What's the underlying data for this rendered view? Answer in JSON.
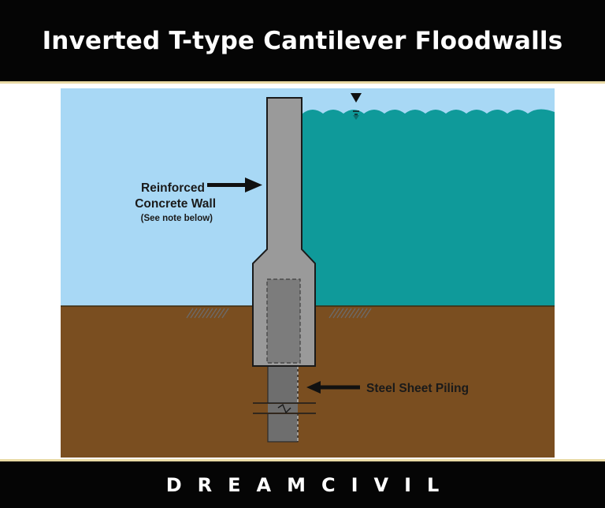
{
  "header": {
    "title": "Inverted T-type Cantilever Floodwalls"
  },
  "diagram": {
    "labels": {
      "wall_line1": "Reinforced",
      "wall_line2": "Concrete Wall",
      "wall_note": "(See note below)",
      "piling": "Steel Sheet Piling"
    },
    "colors": {
      "sky": "#a8d8f5",
      "water": "#0f9a9a",
      "soil": "#7a4e20",
      "concrete": "#9a9a9a",
      "piling": "#6e6e6e",
      "frame_line": "#ffffff"
    },
    "icons": [
      "water-level-triangle-icon",
      "arrow-right-icon",
      "arrow-left-icon",
      "ground-hatch-icon",
      "break-symbol-icon"
    ]
  },
  "footer": {
    "brand": "DREAMCIVIL"
  }
}
